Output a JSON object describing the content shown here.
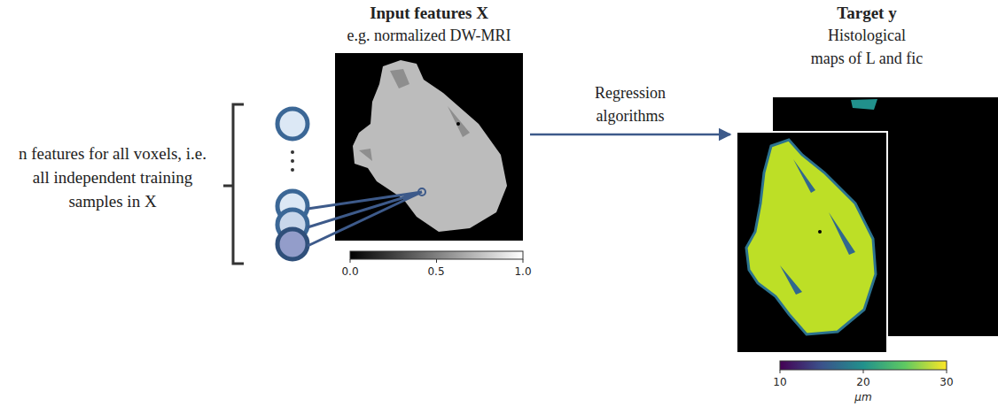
{
  "diagram": {
    "nodes": [
      {
        "text": [
          "Input features X",
          "e.g. normalized DW-MRI"
        ]
      },
      {
        "text": [
          "Target y",
          "Histological maps of L and fic"
        ]
      }
    ],
    "edges": [
      {
        "from": 0,
        "to": 1,
        "arrow": "to",
        "label": "Regression algorithms"
      }
    ],
    "labels": [
      "n features for all voxels, i.e. all independent training samples in X",
      "0.0",
      "0.5",
      "1.0",
      "10",
      "20",
      "30",
      "μm"
    ]
  }
}
